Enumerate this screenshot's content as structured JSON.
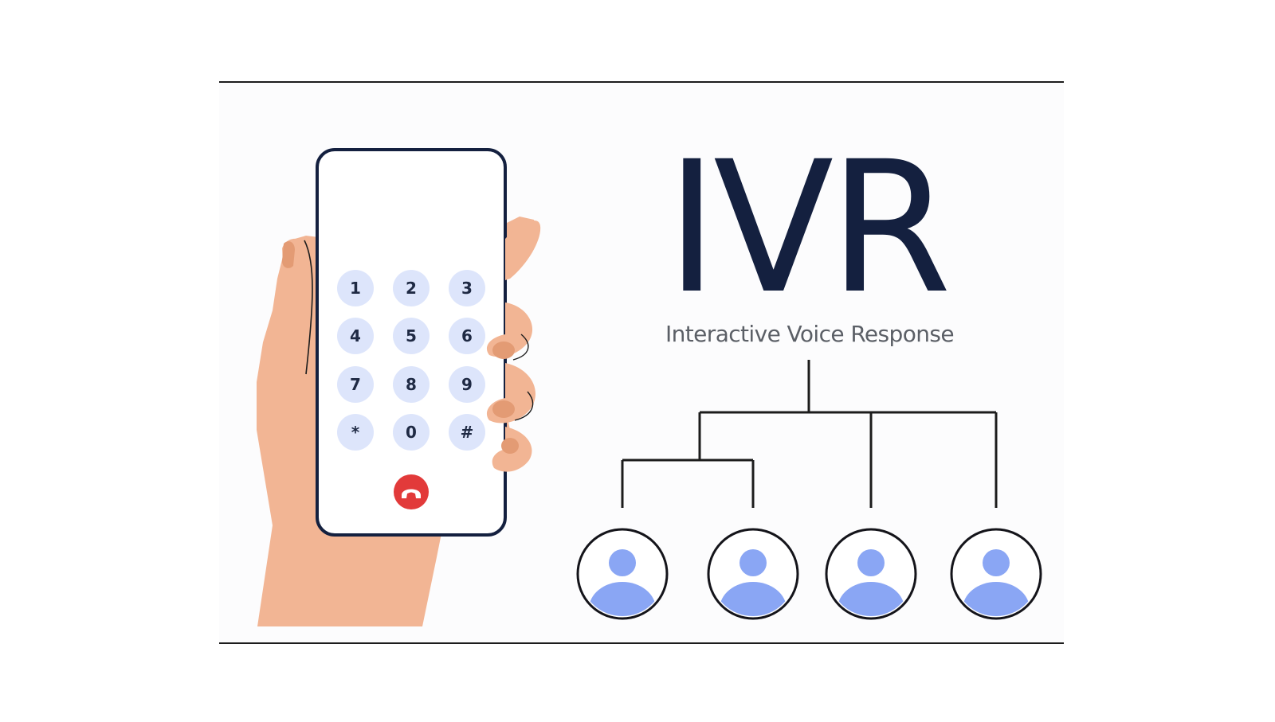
{
  "title": "IVR",
  "subtitle": "Interactive Voice Response",
  "keypad": [
    "1",
    "2",
    "3",
    "4",
    "5",
    "6",
    "7",
    "8",
    "9",
    "*",
    "0",
    "#"
  ],
  "colors": {
    "ink": "#14203f",
    "skin": "#f2b594",
    "key_bg": "#dde5fb",
    "hangup": "#e23a3a",
    "avatar": "#8aa6f4"
  },
  "icons": {
    "hangup": "phone-hangup-icon",
    "agent": "user-avatar-icon"
  }
}
